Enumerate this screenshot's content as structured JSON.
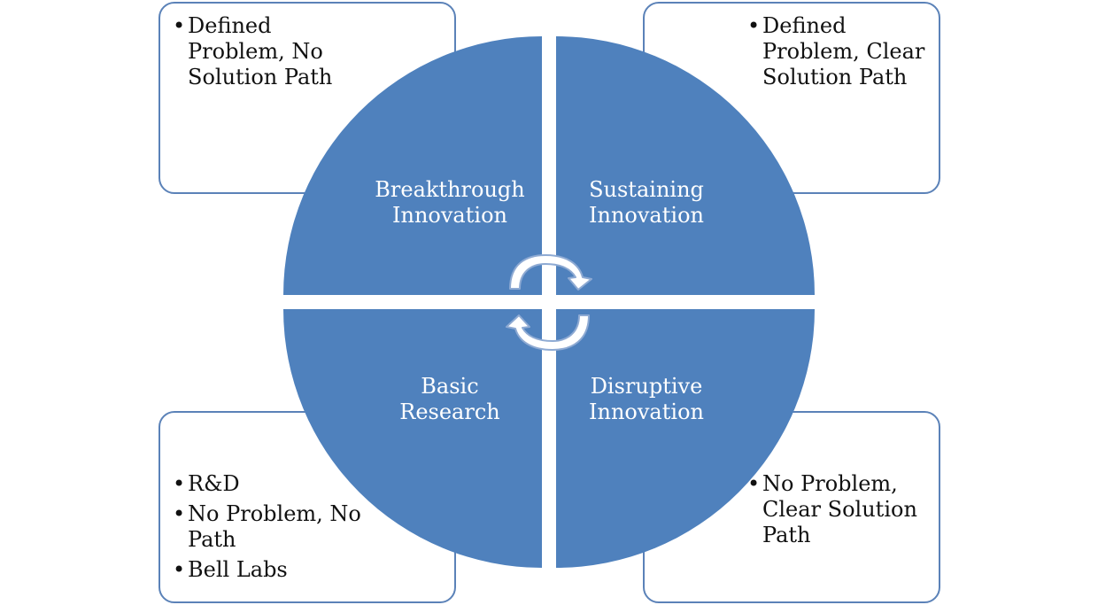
{
  "colors": {
    "quadrant_fill": "#4f81bd",
    "box_border": "#5b82b8",
    "arrow_fill": "#ffffff",
    "arrow_outline": "#8eaad3"
  },
  "quadrants": {
    "top_left": {
      "line1": "Breakthrough",
      "line2": "Innovation"
    },
    "top_right": {
      "line1": "Sustaining",
      "line2": "Innovation"
    },
    "bottom_left": {
      "line1": "Basic",
      "line2": "Research"
    },
    "bottom_right": {
      "line1": "Disruptive",
      "line2": "Innovation"
    }
  },
  "callouts": {
    "top_left": {
      "bullets": [
        "Defined Problem, No Solution Path"
      ]
    },
    "top_right": {
      "bullets": [
        "Defined Problem, Clear Solution Path"
      ]
    },
    "bottom_left": {
      "bullets": [
        "R&D",
        "No Problem, No Path",
        "Bell Labs"
      ]
    },
    "bottom_right": {
      "bullets": [
        "No Problem, Clear Solution Path"
      ]
    }
  },
  "center_icon": "circular-arrows-icon"
}
